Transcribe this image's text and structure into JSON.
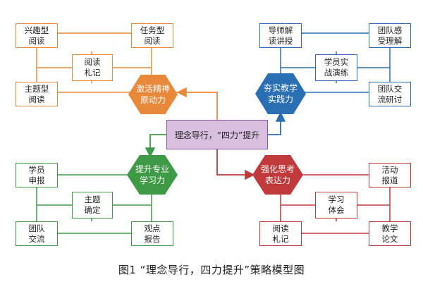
{
  "center": {
    "label": "理念导行，“四力”提升",
    "color": "#d8bfe0",
    "border": "#8a5a9c"
  },
  "caption": "图1  “理念导行，四力提升”策略模型图",
  "quadrants": {
    "top_left": {
      "color": "#e8883a",
      "hub": "激活精神\n原动力",
      "corners": [
        "兴趣型\n阅读",
        "任务型\n阅读",
        "主题型\n阅读"
      ],
      "middle": "阅读\n札记"
    },
    "top_right": {
      "color": "#2a6fb3",
      "hub": "夯实教学\n实践力",
      "corners": [
        "导师解\n读讲授",
        "团队感\n受理解",
        "团队交\n流研讨"
      ],
      "middle": "学员实\n战演练"
    },
    "bottom_left": {
      "color": "#3f9a45",
      "hub": "提升专业\n学习力",
      "corners": [
        "学员\n申报",
        "团队\n交流",
        "观点\n报告"
      ],
      "middle": "主题\n确定"
    },
    "bottom_right": {
      "color": "#c0393b",
      "hub": "强化思考\n表达力",
      "corners": [
        "活动\n报道",
        "阅读\n札记",
        "教学\n论文"
      ],
      "middle": "学习\n体会"
    }
  }
}
